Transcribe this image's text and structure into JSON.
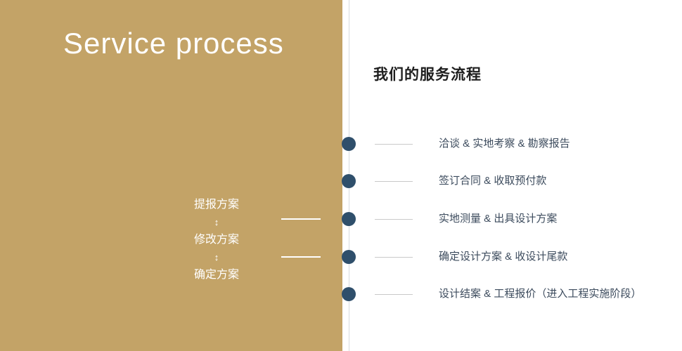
{
  "colors": {
    "brand_gold": "#c3a367",
    "dot_navy": "#2f4f6b",
    "axis_gray": "#d8dbe0"
  },
  "left": {
    "title": "Service process",
    "plan_flow": {
      "steps": [
        "提报方案",
        "修改方案",
        "确定方案"
      ],
      "arrow": "↕"
    }
  },
  "right": {
    "title": "我们的服务流程",
    "steps": [
      "洽谈 & 实地考察 & 勘察报告",
      "签订合同 & 收取预付款",
      "实地测量 & 出具设计方案",
      "确定设计方案 & 收设计尾款",
      "设计结案 & 工程报价（进入工程实施阶段）"
    ]
  }
}
